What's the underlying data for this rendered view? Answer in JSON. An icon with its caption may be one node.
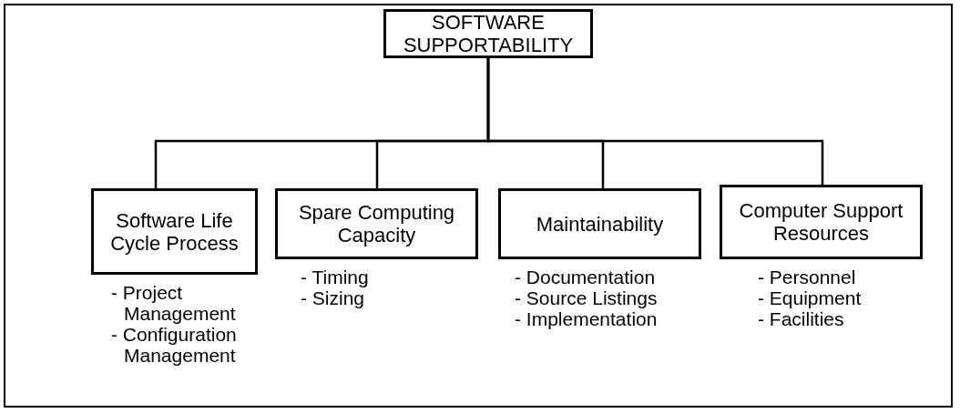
{
  "diagram": {
    "nodes": [
      {
        "text": [
          "SOFTWARE SUPPORTABILITY"
        ]
      },
      {
        "text": [
          "Software Life Cycle Process"
        ],
        "beside": [
          "- Project Management",
          "- Configuration Management"
        ]
      },
      {
        "text": [
          "Spare Computing Capacity"
        ],
        "beside": [
          "- Timing",
          "- Sizing"
        ]
      },
      {
        "text": [
          "Maintainability"
        ],
        "beside": [
          "- Documentation",
          "- Source Listings",
          "- Implementation"
        ]
      },
      {
        "text": [
          "Computer Support Resources"
        ],
        "beside": [
          "- Personnel",
          "- Equipment",
          "- Facilities"
        ]
      }
    ],
    "edges": [
      {
        "from": 0,
        "to": 1,
        "arrow": "none"
      },
      {
        "from": 0,
        "to": 2,
        "arrow": "none"
      },
      {
        "from": 0,
        "to": 3,
        "arrow": "none"
      },
      {
        "from": 0,
        "to": 4,
        "arrow": "none"
      }
    ]
  }
}
